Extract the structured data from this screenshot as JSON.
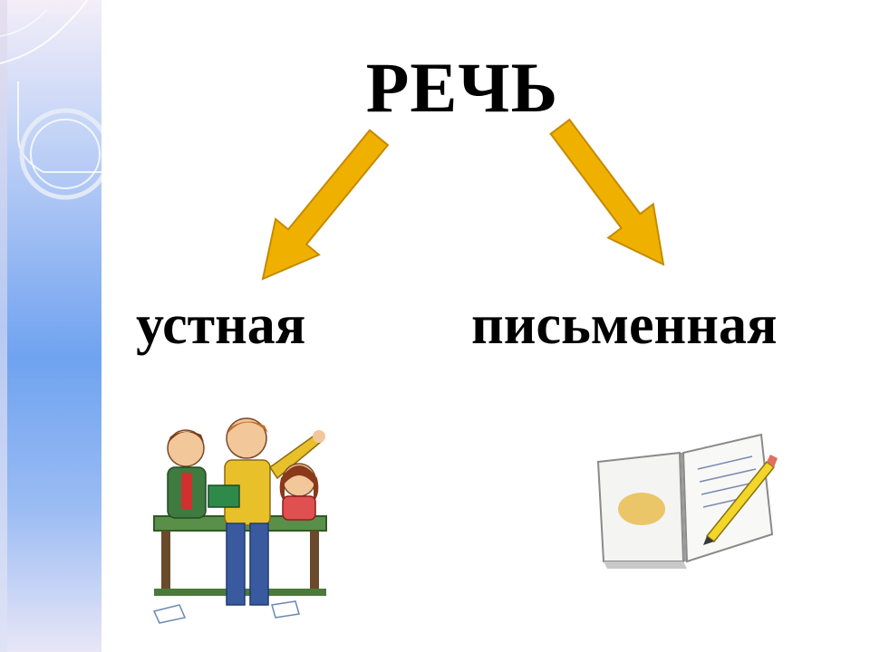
{
  "diagram": {
    "root": {
      "label": "РЕЧЬ"
    },
    "branches": [
      {
        "label": "устная",
        "image_icon": "children-talking-icon"
      },
      {
        "label": "письменная",
        "image_icon": "open-notebook-pencil-icon"
      }
    ],
    "arrow_color": "#f0b000",
    "arrow_outline": "#c48a00"
  },
  "theme": {
    "side_band_color": "#7fa9f1",
    "text_color": "#000000"
  }
}
